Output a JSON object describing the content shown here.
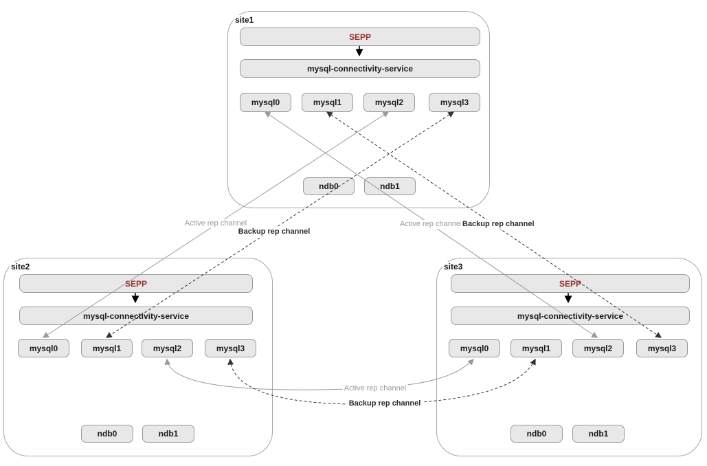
{
  "labels": {
    "active": "Active rep channel",
    "backup": "Backup rep channel"
  },
  "colors": {
    "active_line": "#999999",
    "backup_line": "#333333",
    "box_fill": "#e8e8e8",
    "box_border": "#999999",
    "sepp_text": "#993333"
  },
  "sites": [
    {
      "label": "site1",
      "sepp": "SEPP",
      "service": "mysql-connectivity-service",
      "mysql_nodes": [
        "mysql0",
        "mysql1",
        "mysql2",
        "mysql3"
      ],
      "ndb_nodes": [
        "ndb0",
        "ndb1"
      ]
    },
    {
      "label": "site2",
      "sepp": "SEPP",
      "service": "mysql-connectivity-service",
      "mysql_nodes": [
        "mysql0",
        "mysql1",
        "mysql2",
        "mysql3"
      ],
      "ndb_nodes": [
        "ndb0",
        "ndb1"
      ]
    },
    {
      "label": "site3",
      "sepp": "SEPP",
      "service": "mysql-connectivity-service",
      "mysql_nodes": [
        "mysql0",
        "mysql1",
        "mysql2",
        "mysql3"
      ],
      "ndb_nodes": [
        "ndb0",
        "ndb1"
      ]
    }
  ],
  "connections": [
    {
      "type": "active",
      "style": "solid-gray",
      "from": "site1.mysql0",
      "to": "site3.mysql2",
      "bidirectional": true
    },
    {
      "type": "backup",
      "style": "dashed-black",
      "from": "site1.mysql1",
      "to": "site3.mysql3",
      "bidirectional": true
    },
    {
      "type": "active",
      "style": "solid-gray",
      "from": "site1.mysql2",
      "to": "site2.mysql0",
      "bidirectional": true
    },
    {
      "type": "backup",
      "style": "dashed-black",
      "from": "site1.mysql3",
      "to": "site2.mysql1",
      "bidirectional": true
    },
    {
      "type": "active",
      "style": "solid-gray",
      "from": "site2.mysql2",
      "to": "site3.mysql0",
      "bidirectional": true
    },
    {
      "type": "backup",
      "style": "dashed-black",
      "from": "site2.mysql3",
      "to": "site3.mysql1",
      "bidirectional": true
    },
    {
      "type": "internal",
      "style": "solid-black",
      "from": "site1.SEPP",
      "to": "site1.mysql-connectivity-service"
    },
    {
      "type": "internal",
      "style": "solid-black",
      "from": "site2.SEPP",
      "to": "site2.mysql-connectivity-service"
    },
    {
      "type": "internal",
      "style": "solid-black",
      "from": "site3.SEPP",
      "to": "site3.mysql-connectivity-service"
    }
  ]
}
